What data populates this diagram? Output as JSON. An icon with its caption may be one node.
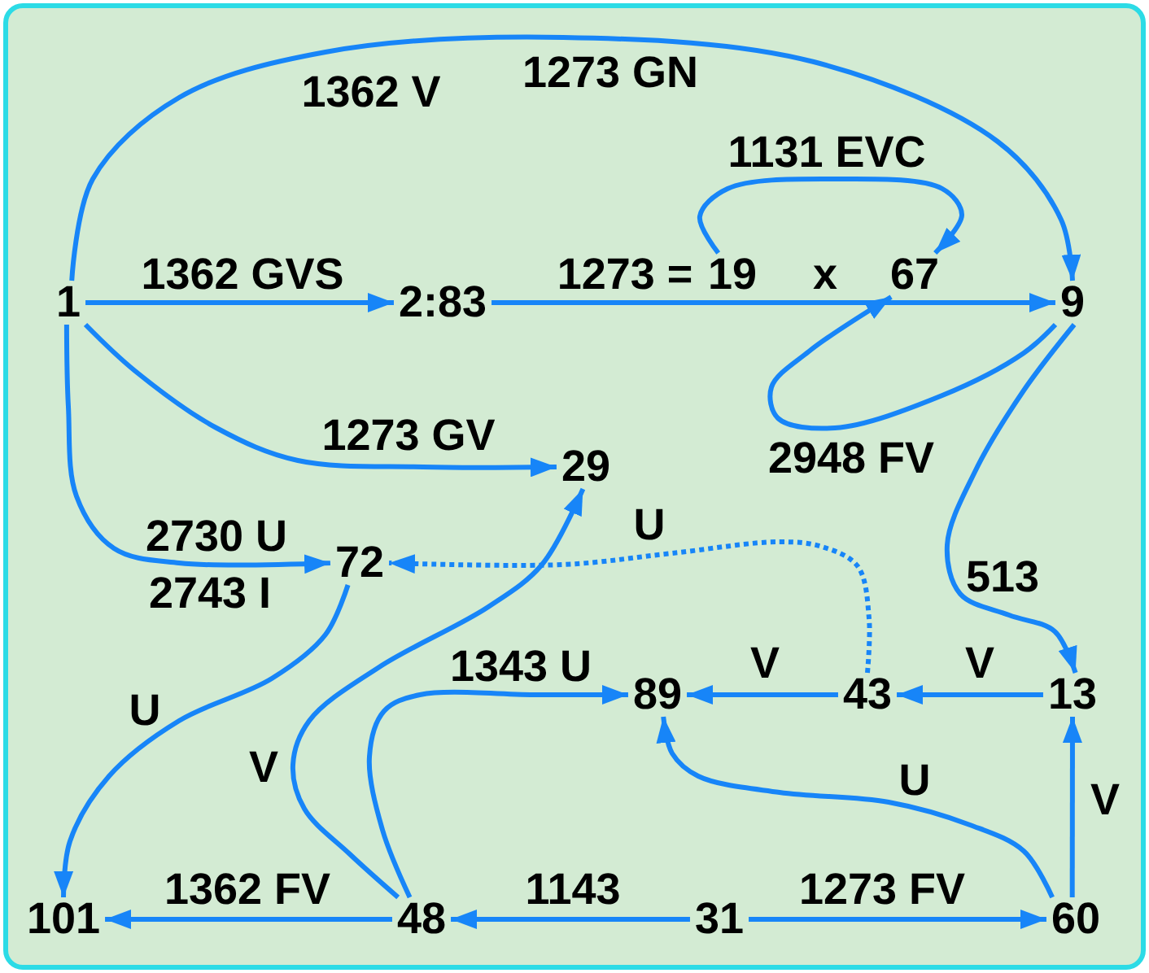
{
  "diagram": {
    "nodes": [
      {
        "text": [
          "1"
        ]
      },
      {
        "text": [
          "2:83"
        ]
      },
      {
        "text": [
          "19"
        ]
      },
      {
        "text": [
          "67"
        ]
      },
      {
        "text": [
          "9"
        ]
      },
      {
        "text": [
          "29"
        ]
      },
      {
        "text": [
          "72"
        ]
      },
      {
        "text": [
          "89"
        ]
      },
      {
        "text": [
          "43"
        ]
      },
      {
        "text": [
          "13"
        ]
      },
      {
        "text": [
          "101"
        ]
      },
      {
        "text": [
          "48"
        ]
      },
      {
        "text": [
          "31"
        ]
      },
      {
        "text": [
          "60"
        ]
      }
    ],
    "edges": [
      {
        "from": 0,
        "to": 4,
        "arrow": "to",
        "label": "1362 V"
      },
      {
        "from": 0,
        "to": 1,
        "arrow": "to",
        "label": "1362 GVS"
      },
      {
        "from": 1,
        "to": 4,
        "arrow": "to",
        "label": "1273 ="
      },
      {
        "from": 2,
        "to": 3,
        "arrow": "to",
        "label": "1131 EVC"
      },
      {
        "from": 4,
        "to": 3,
        "arrow": "to",
        "label": "2948 FV"
      },
      {
        "from": 0,
        "to": 5,
        "arrow": "to",
        "label": "1273 GV"
      },
      {
        "from": 0,
        "to": 6,
        "arrow": "to",
        "label": "2730 U"
      },
      {
        "from": 4,
        "to": 9,
        "arrow": "to",
        "label": "513"
      },
      {
        "from": 8,
        "to": 6,
        "arrow": "to",
        "label": "U",
        "style": "dashed"
      },
      {
        "from": 6,
        "to": 10,
        "arrow": "to",
        "label": "U"
      },
      {
        "from": 11,
        "to": 5,
        "arrow": "to",
        "label": "V"
      },
      {
        "from": 11,
        "to": 7,
        "arrow": "to",
        "label": "1343 U"
      },
      {
        "from": 8,
        "to": 7,
        "arrow": "to",
        "label": "V"
      },
      {
        "from": 9,
        "to": 8,
        "arrow": "to",
        "label": "V"
      },
      {
        "from": 13,
        "to": 7,
        "arrow": "to",
        "label": "U"
      },
      {
        "from": 13,
        "to": 9,
        "arrow": "to",
        "label": "V"
      },
      {
        "from": 11,
        "to": 10,
        "arrow": "to",
        "label": "1362 FV"
      },
      {
        "from": 12,
        "to": 11,
        "arrow": "to",
        "label": "1143"
      },
      {
        "from": 12,
        "to": 13,
        "arrow": "to",
        "label": "1273 FV"
      }
    ],
    "labels": [
      "1273 GN",
      "x",
      "2743 I"
    ]
  }
}
